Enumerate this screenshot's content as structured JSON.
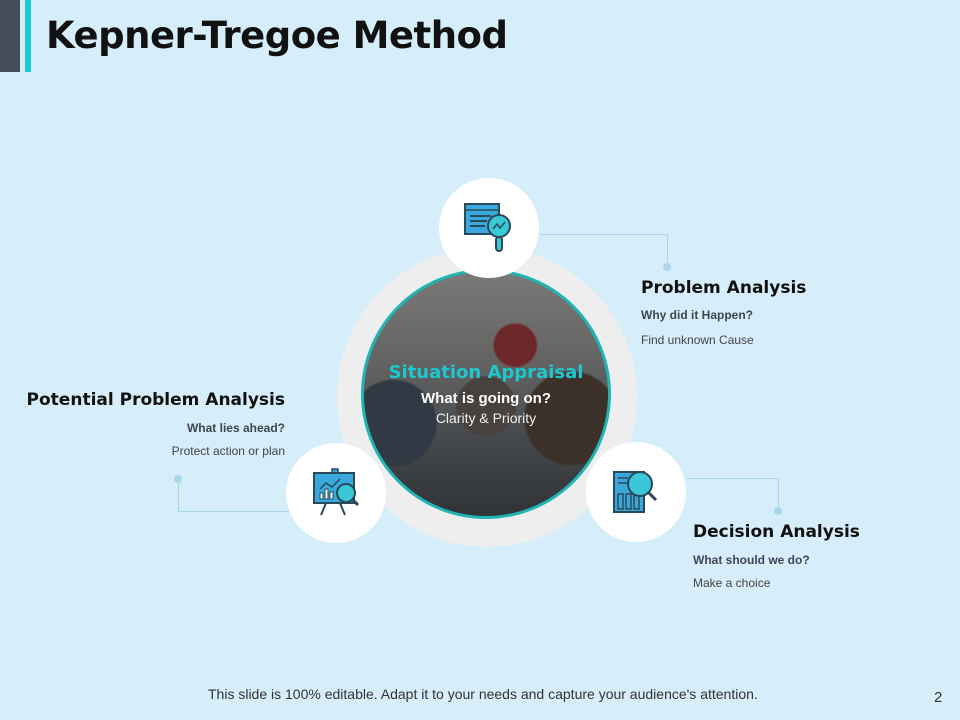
{
  "title": "Kepner-Tregoe Method",
  "center": {
    "title": "Situation Appraisal",
    "question": "What is going on?",
    "description": "Clarity & Priority"
  },
  "sections": [
    {
      "id": "problem-analysis",
      "title": "Problem Analysis",
      "question": "Why did it Happen?",
      "description": "Find unknown  Cause",
      "icon": "web-analytics-magnifier-icon"
    },
    {
      "id": "potential-problem-analysis",
      "title": "Potential Problem Analysis",
      "question": "What lies ahead?",
      "description": "Protect action or plan",
      "icon": "presentation-board-analysis-icon"
    },
    {
      "id": "decision-analysis",
      "title": "Decision Analysis",
      "question": "What should  we do?",
      "description": "Make a choice",
      "icon": "report-magnifier-icon"
    }
  ],
  "colors": {
    "accent": "#1ec8d0",
    "dark": "#434e58",
    "background": "#d6eefa",
    "icon_fill": "#3aa8dc",
    "icon_stroke": "#2a4a5a"
  },
  "footer": {
    "text": "This slide is 100% editable. Adapt it to your needs and capture your audience's attention.",
    "page_number": "2"
  }
}
